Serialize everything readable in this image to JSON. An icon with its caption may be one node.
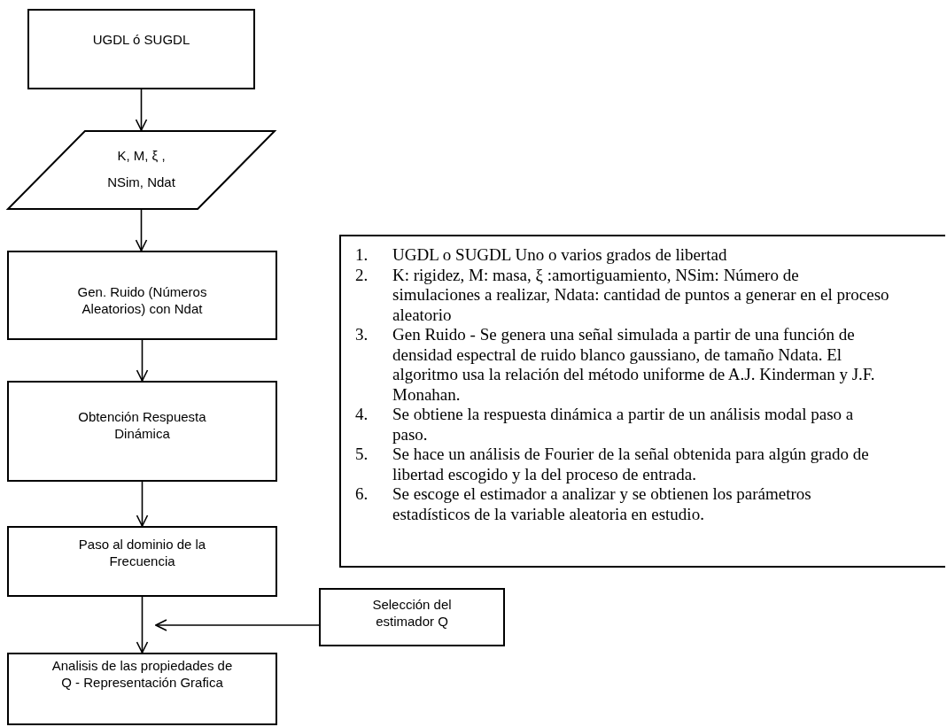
{
  "diagram": {
    "nodes": [
      {
        "text": [
          "UGDL ó SUGDL"
        ]
      },
      {
        "text": [
          "K, M, ξ , NSim, Ndat"
        ]
      },
      {
        "text": [
          "Gen. Ruido (Números Aleatorios) con Ndat"
        ]
      },
      {
        "text": [
          "Obtención Respuesta Dinámica"
        ]
      },
      {
        "text": [
          "Paso al dominio de la Frecuencia"
        ]
      },
      {
        "text": [
          "Selección del estimador Q"
        ]
      },
      {
        "text": [
          "Analisis de las propiedades de Q - Representación Grafica"
        ]
      },
      {
        "text": [
          "1.",
          "UGDL o SUGDL Uno o varios grados de libertad",
          "2.",
          "K: rigidez, M: masa, ξ :amortiguamiento, NSim: Número de simulaciones a realizar, Ndata: cantidad de puntos a generar en el proceso aleatorio",
          "3.",
          "Gen Ruido - Se genera una señal simulada a partir de una función de densidad espectral de ruido blanco gaussiano, de tamaño Ndata. El algoritmo usa la relación del método uniforme de A.J. Kinderman y J.F. Monahan.",
          "4.",
          "Se obtiene la respuesta dinámica a partir de un análisis modal paso a paso.",
          "5.",
          "Se hace un análisis de Fourier de la señal obtenida para algún grado de libertad escogido y la del proceso de entrada.",
          "6.",
          "Se escoge el estimador a analizar y se obtienen los parámetros estadísticos de la variable aleatoria en estudio."
        ]
      }
    ],
    "edges": [
      {
        "from": 0,
        "to": 1,
        "arrow": "to"
      },
      {
        "from": 1,
        "to": 2,
        "arrow": "to"
      },
      {
        "from": 2,
        "to": 3,
        "arrow": "to"
      },
      {
        "from": 3,
        "to": 4,
        "arrow": "to"
      },
      {
        "from": 4,
        "to": 6,
        "arrow": "to"
      },
      {
        "from": 5,
        "to": null,
        "arrow": "to"
      }
    ]
  }
}
